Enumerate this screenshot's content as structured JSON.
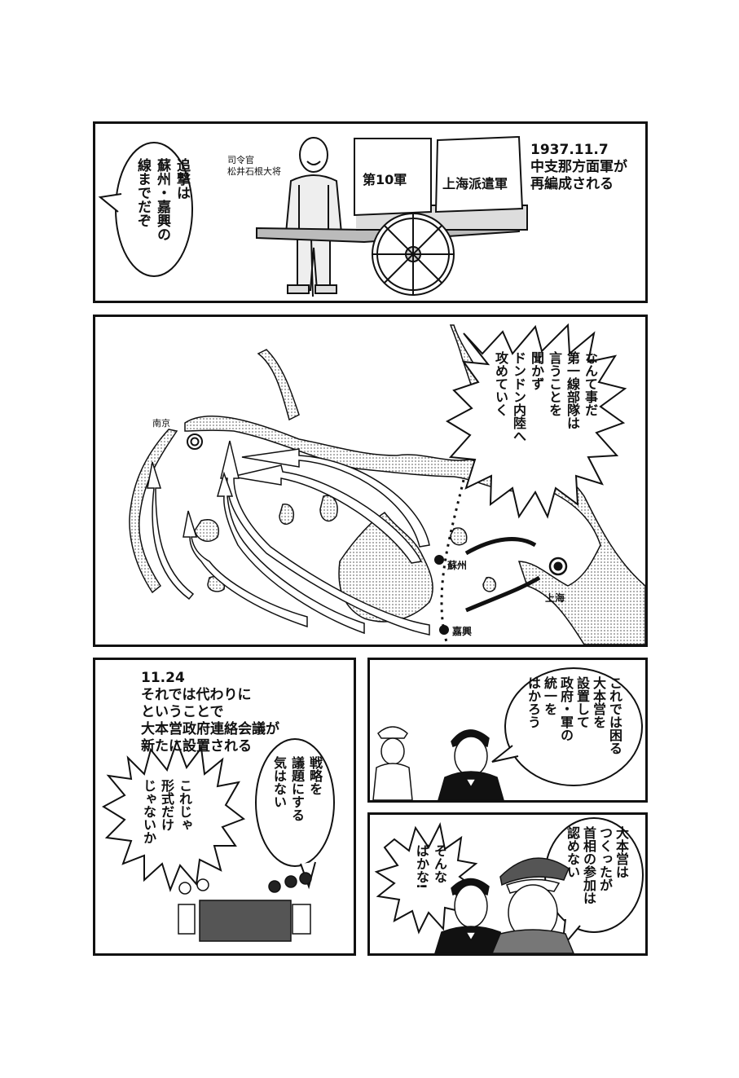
{
  "panel1": {
    "date_caption": "1937.11.7\n中支那方面軍が\n再編成される",
    "commander_caption": "司令官\n松井石根大将",
    "paper_left": "第10軍",
    "paper_right": "上海派遣軍",
    "speech": "追撃は\n蘇州・嘉興の\n線までだぞ"
  },
  "panel2": {
    "speech": "なんて事だ\n第一線部隊は\n言うことを\n聞かず\nドンドン内陸へ\n攻めていく",
    "city_nanjing": "南京",
    "city_suzhou": "蘇州",
    "city_shanghai": "上海",
    "city_jiaxing": "嘉興"
  },
  "panel3": {
    "caption": "11.24\nそれでは代わりに\nということで\n大本営政府連絡会議が\n新たに設置される",
    "speech_left": "これじゃ\n形式だけ\nじゃないか",
    "speech_right": "戦略を\n議題にする\n気はない"
  },
  "panel4": {
    "speech": "これでは困る\n大本営を\n設置して\n政府・軍の\n統一を\nはかろう"
  },
  "panel5": {
    "speech_right": "大本営は\nつくったが\n首相の参加は\n認めない",
    "speech_left": "そんな\nばかな!"
  }
}
